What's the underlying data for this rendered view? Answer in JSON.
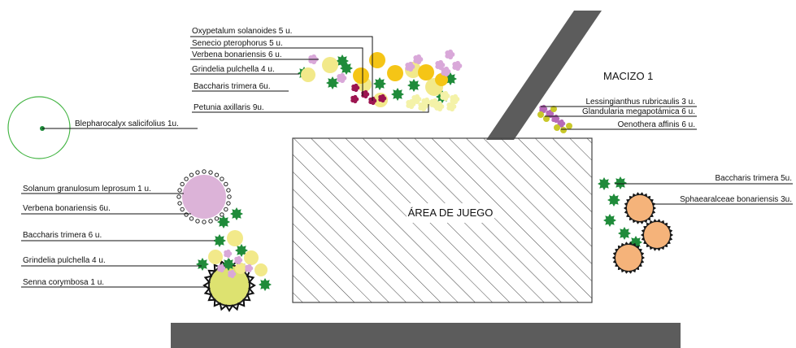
{
  "plan": {
    "play_area_label": "ÁREA DE JUEGO",
    "bed_title": "MACIZO 1"
  },
  "labels": {
    "oxypetalum": "Oxypetalum solanoides 5 u.",
    "senecio": "Senecio pterophorus 5 u.",
    "verbena_top": "Verbena bonariensis 6 u.",
    "grindelia_top": "Grindelia pulchella 4 u.",
    "baccharis_top": "Baccharis trimera 6u.",
    "petunia": "Petunia axillaris 9u.",
    "blepharocalyx": "Blepharocalyx salicifolius 1u.",
    "solanum": "Solanum granulosum leprosum 1 u.",
    "verbena_left": "Verbena bonariensis 6u.",
    "baccharis_left": "Baccharis trimera 6 u.",
    "grindelia_left": "Grindelia pulchella 4 u.",
    "senna": "Senna corymbosa 1 u.",
    "lessingianthus": "Lessingianthus rubricaulis 3 u.",
    "glandularia": "Glandularia megapotámica 6 u.",
    "oenothera": "Oenothera affinis 6 u.",
    "baccharis_right": "Baccharis trimera 5u.",
    "sphaeralcea": "Sphaearalceae bonariensis 3u."
  },
  "colors": {
    "path_gray": "#5c5c5c",
    "yellow_flower": "#f2e98a",
    "gold_flower": "#f5c516",
    "green_shrub": "#1f8b3a",
    "pink_flower": "#d9a8d9",
    "maroon_flower": "#9c1550",
    "orange_shrub": "#f5b37a",
    "tree_outline": "#44b544",
    "solanum_fill": "#dcb3d8",
    "senna_fill": "#dde270",
    "petunia_fill": "#f4f2a8"
  }
}
